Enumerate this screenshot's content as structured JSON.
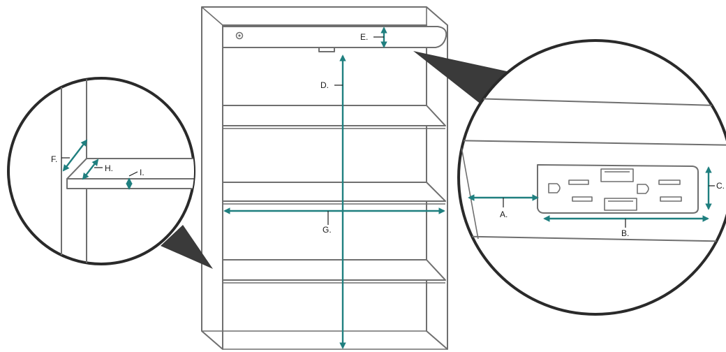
{
  "labels": {
    "a": "A.",
    "b": "B.",
    "c": "C.",
    "d": "D.",
    "e": "E.",
    "f": "F.",
    "g": "G.",
    "h": "H.",
    "i": "I."
  },
  "colors": {
    "dimension": "#1f7f7f",
    "outline": "#6f6f6f",
    "callout": "#3a3a3a"
  }
}
